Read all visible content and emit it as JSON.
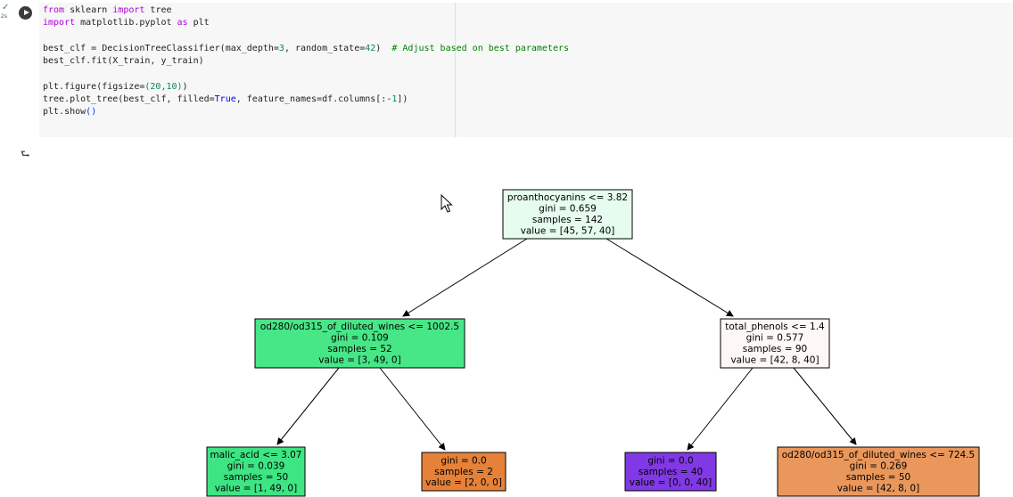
{
  "exec": {
    "status": "✓",
    "time": "2s"
  },
  "code": {
    "l1_kw1": "from",
    "l1_mod": " sklearn ",
    "l1_kw2": "import",
    "l1_rest": " tree",
    "l2_kw": "import",
    "l2_mod": " matplotlib.pyplot ",
    "l2_kw2": "as",
    "l2_rest": " plt",
    "l4_a": "best_clf = DecisionTreeClassifier(max_depth=",
    "l4_n1": "3",
    "l4_b": ", random_state=",
    "l4_n2": "42",
    "l4_c": ")  ",
    "l4_cmt": "# Adjust based on best parameters",
    "l5": "best_clf.fit(X_train, y_train)",
    "l7_a": "plt.figure(figsize=",
    "l7_n": "(20,10)",
    "l7_b": ")",
    "l8_a": "tree.plot_tree(best_clf, filled=",
    "l8_t": "True",
    "l8_b": ", feature_names=df.columns[:-",
    "l8_n": "1",
    "l8_c": "])",
    "l9_a": "plt.show",
    "l9_b": "()"
  },
  "chart_data": {
    "type": "tree",
    "nodes": [
      {
        "id": "n0",
        "lines": [
          "proanthocyanins <= 3.82",
          "gini = 0.659",
          "samples = 142",
          "value = [45, 57, 40]"
        ],
        "fill": "#e6fcee"
      },
      {
        "id": "n1",
        "lines": [
          "od280/od315_of_diluted_wines <= 1002.5",
          "gini = 0.109",
          "samples = 52",
          "value = [3, 49, 0]"
        ],
        "fill": "#47e687"
      },
      {
        "id": "n2",
        "lines": [
          "total_phenols <= 1.4",
          "gini = 0.577",
          "samples = 90",
          "value = [42, 8, 40]"
        ],
        "fill": "#fdf8f5"
      },
      {
        "id": "n3",
        "lines": [
          "malic_acid <= 3.07",
          "gini = 0.039",
          "samples = 50",
          "value = [1, 49, 0]"
        ],
        "fill": "#3de583"
      },
      {
        "id": "n4",
        "lines": [
          "gini = 0.0",
          "samples = 2",
          "value = [2, 0, 0]"
        ],
        "fill": "#e58139"
      },
      {
        "id": "n5",
        "lines": [
          "gini = 0.0",
          "samples = 40",
          "value = [0, 0, 40]"
        ],
        "fill": "#8139e5"
      },
      {
        "id": "n6",
        "lines": [
          "od280/od315_of_diluted_wines <= 724.5",
          "gini = 0.269",
          "samples = 50",
          "value = [42, 8, 0]"
        ],
        "fill": "#ea975c"
      }
    ],
    "edges": [
      [
        "n0",
        "n1"
      ],
      [
        "n0",
        "n2"
      ],
      [
        "n1",
        "n3"
      ],
      [
        "n1",
        "n4"
      ],
      [
        "n2",
        "n5"
      ],
      [
        "n2",
        "n6"
      ]
    ]
  }
}
